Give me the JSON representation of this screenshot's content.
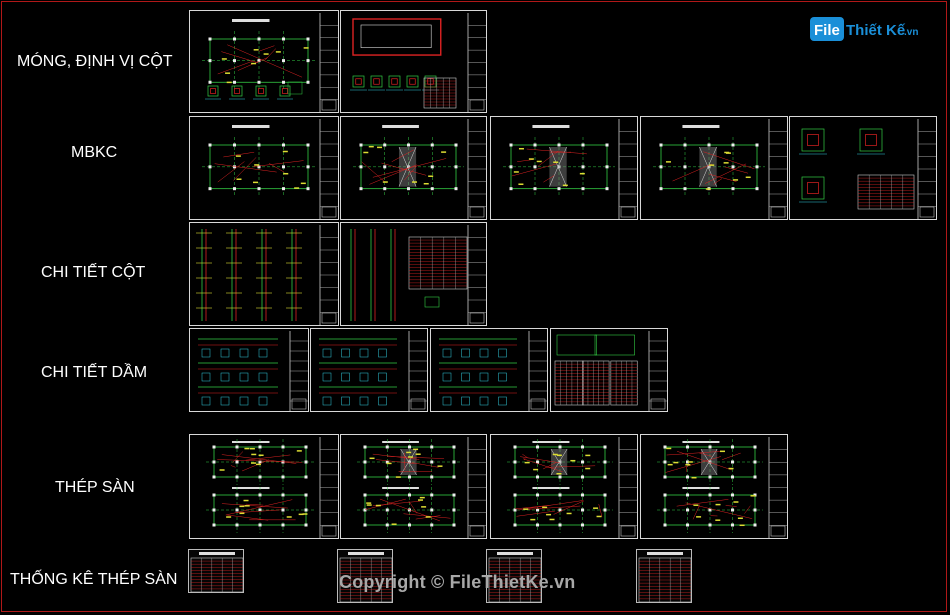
{
  "rows": [
    {
      "label": "MÓNG, ĐỊNH VỊ CỘT"
    },
    {
      "label": "MBKC"
    },
    {
      "label": "CHI TIẾT CỘT"
    },
    {
      "label": "CHI TIẾT DẦM"
    },
    {
      "label": "THÉP SÀN"
    },
    {
      "label": "THỐNG KÊ THÉP SÀN"
    }
  ],
  "watermark": {
    "copyright": "Copyright © FileThietKe.vn",
    "logo_file": "File",
    "logo_rest": "Thiết Kế",
    "logo_domain": ".vn"
  },
  "colors": {
    "frame": "#b01818",
    "sheet_border": "#d8d8d8",
    "line_green": "#33cc44",
    "line_cyan": "#33ccdd",
    "line_red": "#dd2222",
    "line_yellow": "#dddd33",
    "logo_blue": "#1a8fd8"
  }
}
